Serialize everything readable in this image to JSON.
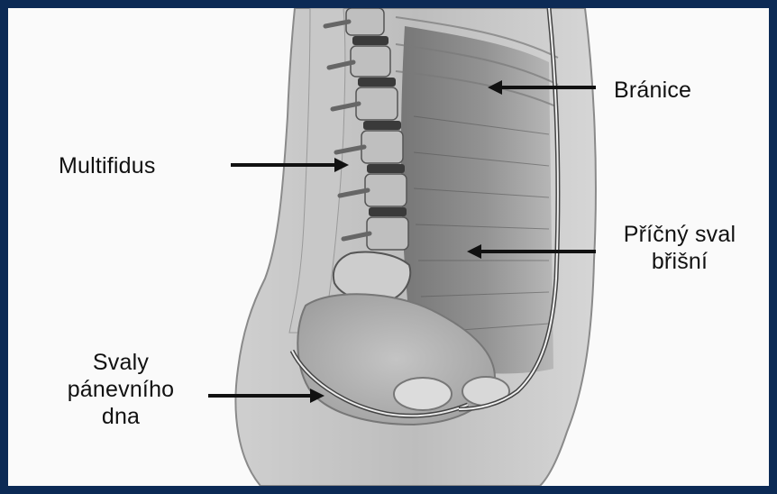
{
  "labels": {
    "diaphragm": "Bránice",
    "multifidus": "Multifidus",
    "transversus_line1": "Příčný sval",
    "transversus_line2": "břišní",
    "pelvic_line1": "Svaly",
    "pelvic_line2": "pánevního",
    "pelvic_line3": "dna"
  },
  "colors": {
    "frame": "#0c2a55",
    "background": "#fafafa",
    "text": "#111111"
  }
}
